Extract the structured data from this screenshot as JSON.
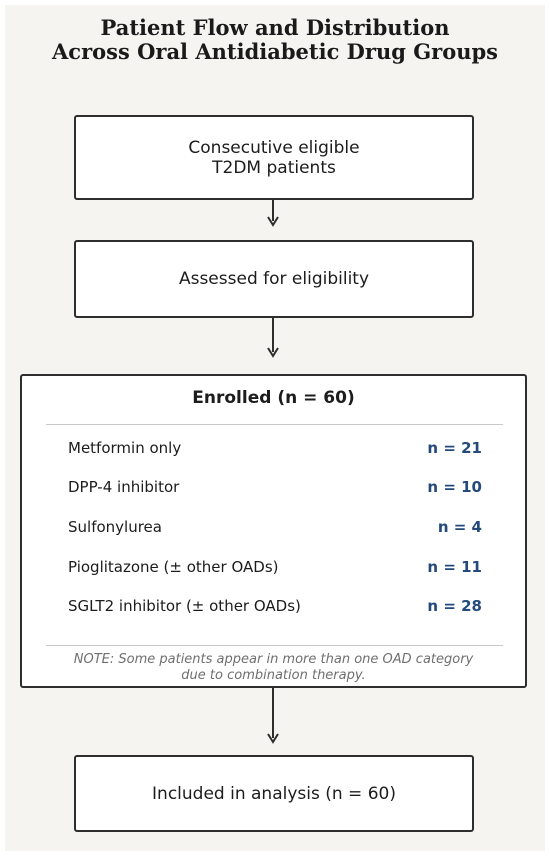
{
  "title": {
    "line1": "Patient Flow and Distribution",
    "line2": "Across Oral Antidiabetic Drug Groups"
  },
  "flow": {
    "box1": {
      "line1": "Consecutive eligible",
      "line2": "T2DM patients"
    },
    "box2": {
      "label": "Assessed for eligibility"
    },
    "enrolled": {
      "title": "Enrolled (n = 60)",
      "groups": [
        {
          "label": "Metformin only",
          "count": "n = 21"
        },
        {
          "label": "DPP-4 inhibitor",
          "count": "n = 10"
        },
        {
          "label": "Sulfonylurea",
          "count": "n = 4"
        },
        {
          "label": "Pioglitazone (± other OADs)",
          "count": "n = 11"
        },
        {
          "label": "SGLT2 inhibitor (± other OADs)",
          "count": "n = 28"
        }
      ],
      "note": {
        "line1": "NOTE: Some patients appear in more than one OAD category",
        "line2": "due to combination therapy."
      }
    },
    "box4": {
      "label": "Included in analysis (n = 60)"
    }
  },
  "colors": {
    "background": "#f5f4f1",
    "box_fill": "#ffffff",
    "box_border": "#2e2e2e",
    "count_text": "#244a7c",
    "note_text": "#6f6f6f"
  }
}
